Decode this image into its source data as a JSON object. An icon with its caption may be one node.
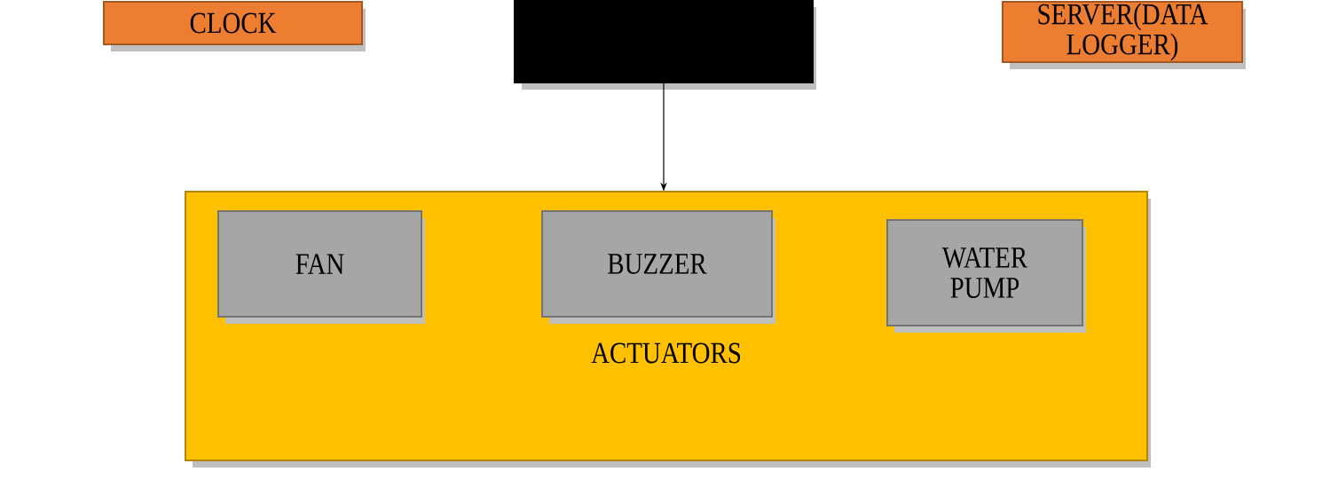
{
  "diagram": {
    "nodes": [
      {
        "text": [
          "CLOCK"
        ]
      },
      {
        "text": [],
        "shape": "box"
      },
      {
        "text": [
          "SERVER(DATA LOGGER)"
        ]
      },
      {
        "text": [
          "ACTUATORS"
        ]
      },
      {
        "text": [
          "FAN"
        ],
        "in": 3
      },
      {
        "text": [
          "BUZZER"
        ],
        "in": 3
      },
      {
        "text": [
          "WATER PUMP"
        ],
        "in": 3
      }
    ],
    "edges": [
      {
        "from": 1,
        "to": 3,
        "arrow": "to"
      }
    ]
  }
}
